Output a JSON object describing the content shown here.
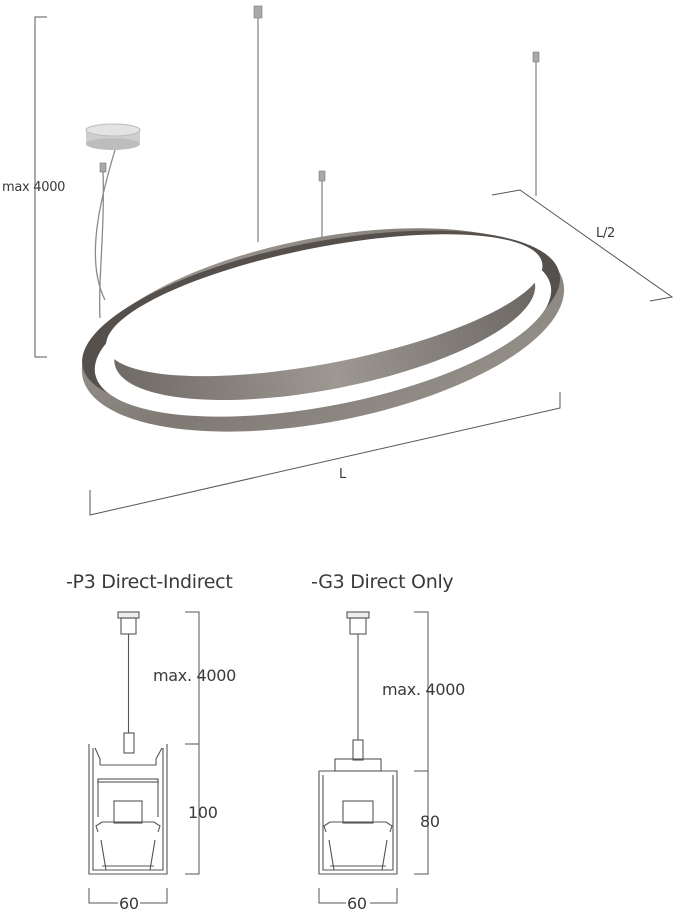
{
  "ring": {
    "height_label": "max 4000",
    "half_length_label": "L/2",
    "length_label": "L"
  },
  "profiles": [
    {
      "code": "-P3",
      "title": "Direct-Indirect",
      "suspension_label": "max. 4000",
      "height_label": "100",
      "width_label": "60"
    },
    {
      "code": "-G3",
      "title": "Direct Only",
      "suspension_label": "max. 4000",
      "height_label": "80",
      "width_label": "60"
    }
  ],
  "colors": {
    "ring_body": "#8a8580",
    "ring_light": "#ffffff",
    "line": "#555555"
  }
}
